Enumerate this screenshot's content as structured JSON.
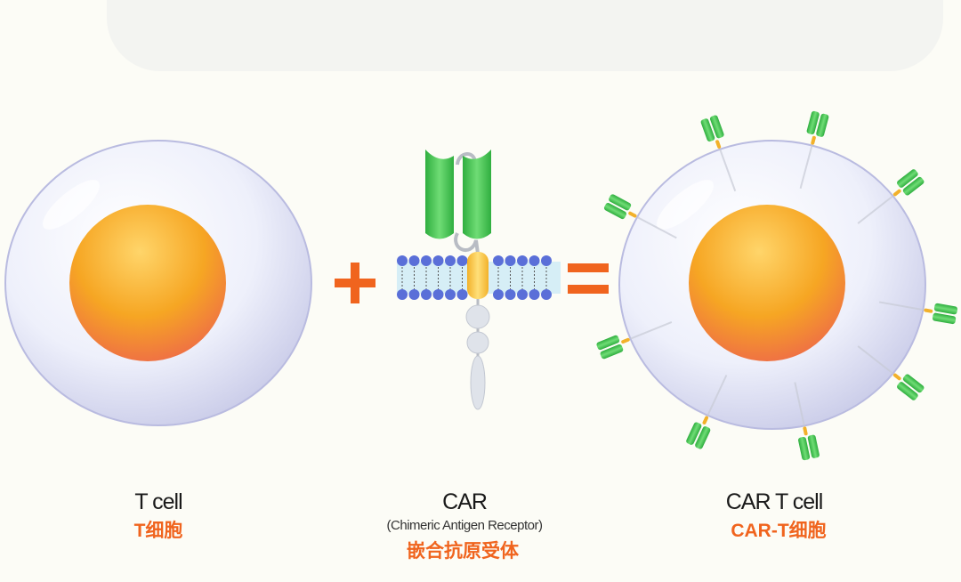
{
  "labels": {
    "tcell": {
      "en": "T cell",
      "zh": "T细胞"
    },
    "car": {
      "en": "CAR",
      "sub": "(Chimeric Antigen Receptor)",
      "zh": "嵌合抗原受体"
    },
    "cart": {
      "en": "CAR T cell",
      "zh": "CAR-T细胞"
    }
  },
  "operators": {
    "plus": "+",
    "equals": "="
  },
  "colors": {
    "accent": "#f0641e",
    "receptor": "#3fbf4f",
    "nucleus": "#f6a623",
    "membrane_head": "#5a6fd8"
  }
}
